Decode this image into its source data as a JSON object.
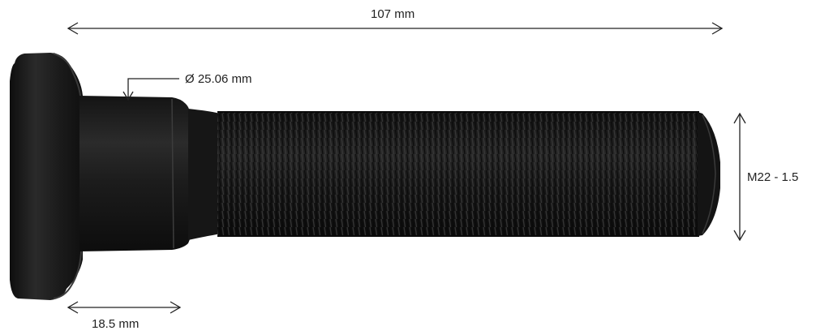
{
  "dimensions": {
    "overall_length": "107 mm",
    "shoulder_diameter": "Ø 25.06 mm",
    "thread": "M22 - 1.5",
    "head_length": "18.5 mm"
  },
  "colors": {
    "background": "#ffffff",
    "annotation": "#222222",
    "bolt_body": "#1d1d1d",
    "bolt_shadow": "#0c0c0c"
  },
  "icons": {
    "arrow_style": "open-chevron"
  }
}
